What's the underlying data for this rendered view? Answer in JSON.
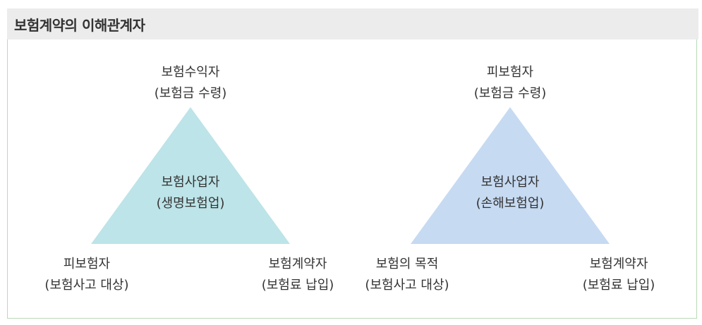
{
  "title": "보험계약의 이해관계자",
  "colors": {
    "header_bg": "#ececec",
    "frame_border": "#b9d9b9",
    "triangle_left": "#bde4e8",
    "triangle_right": "#c6daf2"
  },
  "diagrams": [
    {
      "top": {
        "line1": "보험수익자",
        "line2": "(보험금 수령)"
      },
      "center": {
        "line1": "보험사업자",
        "line2": "(생명보험업)"
      },
      "bottom_left": {
        "line1": "피보험자",
        "line2": "(보험사고 대상)"
      },
      "bottom_right": {
        "line1": "보험계약자",
        "line2": "(보험료 납입)"
      }
    },
    {
      "top": {
        "line1": "피보험자",
        "line2": "(보험금 수령)"
      },
      "center": {
        "line1": "보험사업자",
        "line2": "(손해보험업)"
      },
      "bottom_left": {
        "line1": "보험의 목적",
        "line2": "(보험사고 대상)"
      },
      "bottom_right": {
        "line1": "보험계약자",
        "line2": "(보험료 납입)"
      }
    }
  ]
}
